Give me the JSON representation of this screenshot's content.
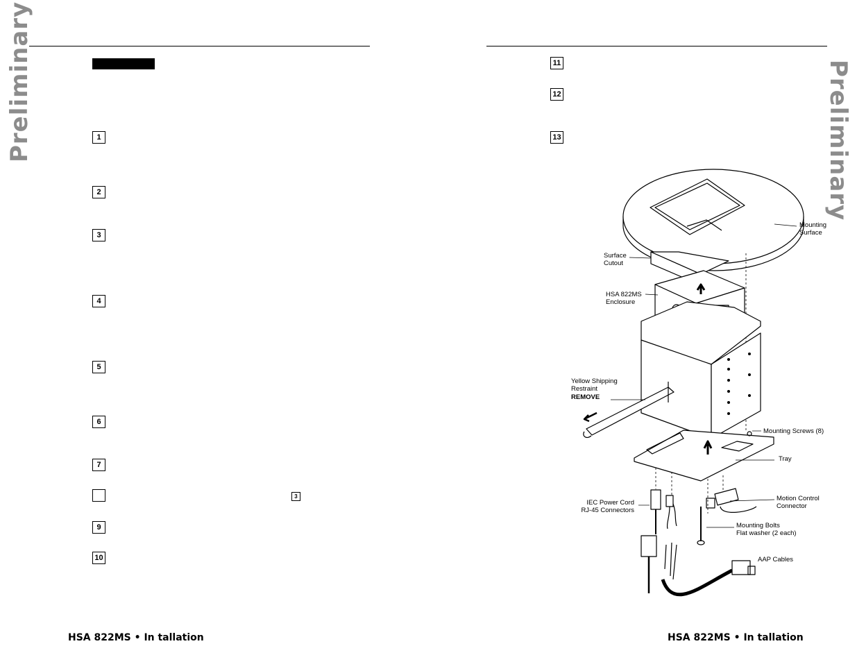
{
  "left_page": {
    "side_label": "Preliminary",
    "steps": [
      "1",
      "2",
      "3",
      "4",
      "5",
      "6",
      "7",
      "",
      "9",
      "10"
    ],
    "inline_ref": "3",
    "footer": "HSA 822MS • In  tallation"
  },
  "right_page": {
    "side_label": "Preliminary",
    "steps": [
      "11",
      "12",
      "13"
    ],
    "footer": "HSA 822MS • In  tallation"
  },
  "diagram": {
    "labels": {
      "mounting_surface": [
        "Mounting",
        "Surface"
      ],
      "surface_cutout": [
        "Surface",
        "Cutout"
      ],
      "enclosure": [
        "HSA 822MS",
        "Enclosure"
      ],
      "shipping_restraint": [
        "Yellow Shipping",
        "Restraint"
      ],
      "remove": "REMOVE",
      "mounting_screws": "Mounting Screws (8)",
      "tray": "Tray",
      "power_cord": [
        "IEC Power Cord",
        "RJ-45 Connectors"
      ],
      "motion_control": [
        "Motion Control",
        "Connector"
      ],
      "mounting_bolts": [
        "Mounting Bolts",
        "Flat washer (2 each)"
      ],
      "aap_cables": "AAP Cables"
    }
  }
}
